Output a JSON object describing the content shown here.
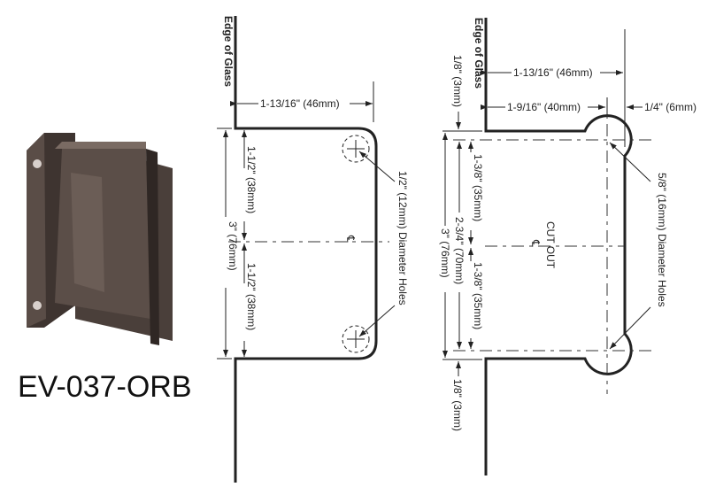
{
  "product": {
    "model": "EV-037-ORB",
    "finish_color": "#4a3f3a"
  },
  "left_drawing": {
    "edge_label": "Edge of Glass",
    "width_dim": "1-13/16\" (46mm)",
    "upper_dim": "1-1/2\" (38mm)",
    "lower_dim": "1-1/2\" (38mm)",
    "total_dim": "3\" (76mm)",
    "centerline_symbol": "℄",
    "hole_note": "1/2\" (12mm) Diameter Holes"
  },
  "right_drawing": {
    "edge_label": "Edge of Glass",
    "width_dim": "1-13/16\" (46mm)",
    "inner_width_dim": "1-9/16\" (40mm)",
    "offset_dim": "1/4\" (6mm)",
    "top_gap_dim": "1/8\" (3mm)",
    "bottom_gap_dim": "1/8\" (3mm)",
    "upper_dim": "1-3/8\" (35mm)",
    "lower_dim": "1-3/8\" (35mm)",
    "hole_span_dim": "2-3/4\" (70mm)",
    "total_dim": "3\" (76mm)",
    "cutout_label": "CUT OUT",
    "centerline_symbol": "℄",
    "hole_note": "5/8\" (16mm) Diameter Holes"
  }
}
